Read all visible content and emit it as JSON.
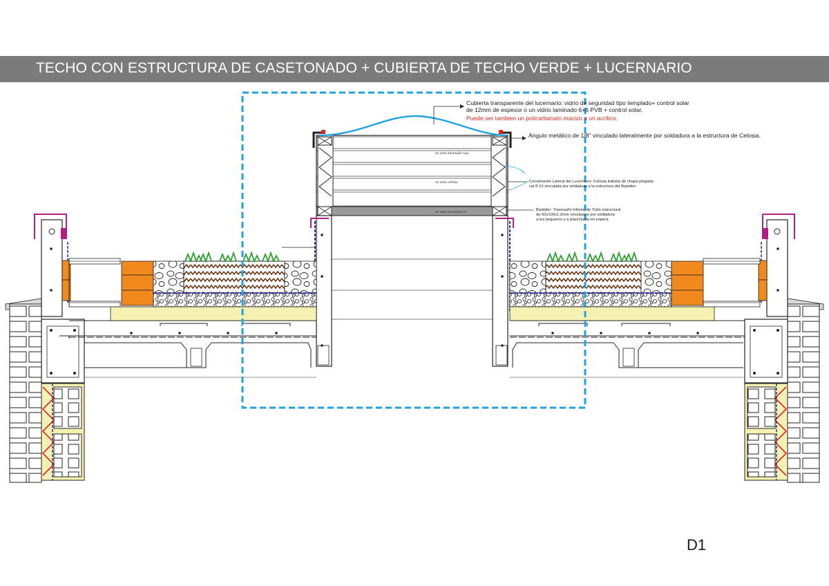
{
  "title": "TECHO CON ESTRUCTURA DE CASETONADO + CUBIERTA DE TECHO VERDE + LUCERNARIO",
  "sheet_id": "D1",
  "notes": {
    "cubierta_line1": "Cubierta transparente del lucernario: vidrio de seguridad tipo templado+ control solar",
    "cubierta_line2": "de 12mm de espesor o un vidrio laminado 6+6 PVB + control solar.",
    "cubierta_alt": "Puede ser tambien un policarbonato macizo o un acrílico.",
    "angulo": "Ángulo metálico de 1/8\" vinculado lateralmente por soldadura a la estructura de Celosia.",
    "cerramiento_line1": "Cerramiento Lateral del Lucernario: Celosia italiana de chapa plegada",
    "cerramiento_line2": "cal 8-10 vinculada por soldadura a la estructura del Bastidor.",
    "bastidor_line1": "Bastidor: Travesaño Inferior de Tubo estructural",
    "bastidor_line2": "de 50x100x1,2mm vinculados por soldadura",
    "bastidor_line3": "a los largueros y a planchuela en espera."
  },
  "inner_labels": {
    "travesano_sup": "en vista travesaño sup.",
    "celosia": "en vista celosia",
    "travesano_inf": "en vista travesaño inf."
  },
  "colors": {
    "title_bar": "#7b7b7b",
    "glass_line": "#1fa2e0",
    "detail_frame": "#1fa2e0",
    "alt_note": "#e0261c",
    "brick": "#f08a1f",
    "vegetation": "#2aa02a",
    "flashing": "#b01e86",
    "membrane": "#2b2f9e",
    "screed": "#f4f1b3",
    "insulation": "#e0261c"
  }
}
